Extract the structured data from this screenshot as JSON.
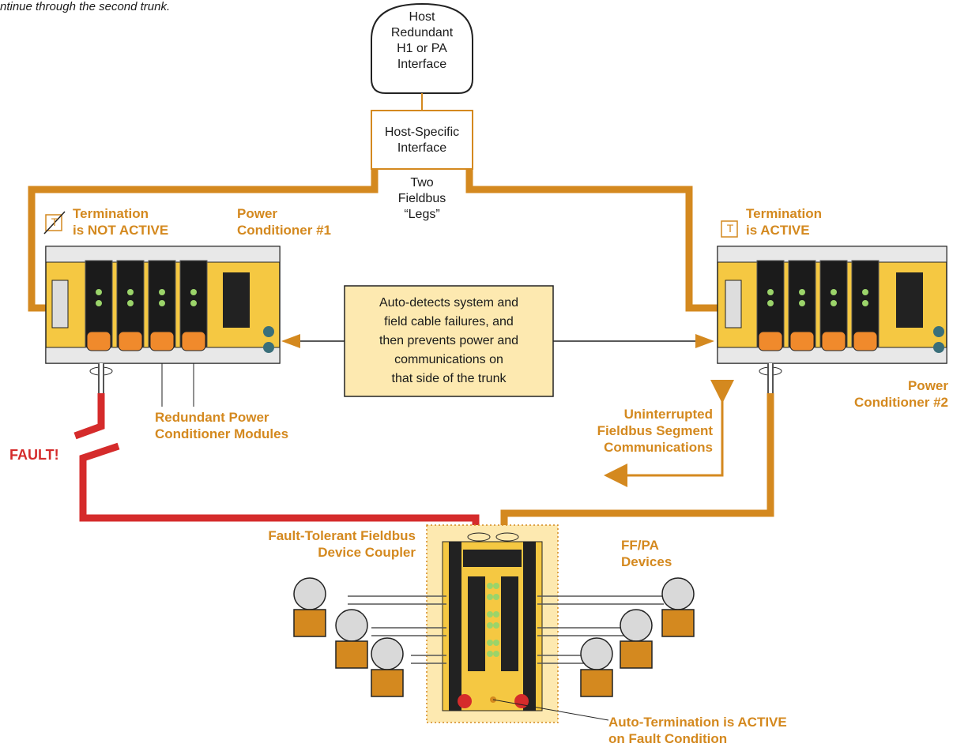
{
  "caption_top": "ntinue through the second trunk.",
  "host_box": [
    "Host",
    "Redundant",
    "H1 or PA",
    "Interface"
  ],
  "host_specific": [
    "Host-Specific",
    "Interface"
  ],
  "fieldbus_legs": [
    "Two",
    "Fieldbus",
    "“Legs”"
  ],
  "left_termination": [
    "Termination",
    "is NOT ACTIVE"
  ],
  "right_termination": [
    "Termination",
    "is ACTIVE"
  ],
  "termination_symbol": "T",
  "power_cond_1": [
    "Power",
    "Conditioner #1"
  ],
  "power_cond_2": [
    "Power",
    "Conditioner #2"
  ],
  "center_box": [
    "Auto-detects system and",
    "field cable failures, and",
    "then prevents power and",
    "communications on",
    "that side of the trunk"
  ],
  "redundant_modules": [
    "Redundant Power",
    "Conditioner Modules"
  ],
  "fault_label": "FAULT!",
  "uninterrupted": [
    "Uninterrupted",
    "Fieldbus Segment",
    "Communications"
  ],
  "coupler_label": [
    "Fault-Tolerant Fieldbus",
    "Device Coupler"
  ],
  "ffpa_label": [
    "FF/PA",
    "Devices"
  ],
  "auto_term": [
    "Auto-Termination is ACTIVE",
    "on Fault Condition"
  ],
  "colors": {
    "orange": "#d4891f",
    "red": "#d52b2b",
    "yellow": "#f5c842",
    "pale": "#fde9b0"
  }
}
